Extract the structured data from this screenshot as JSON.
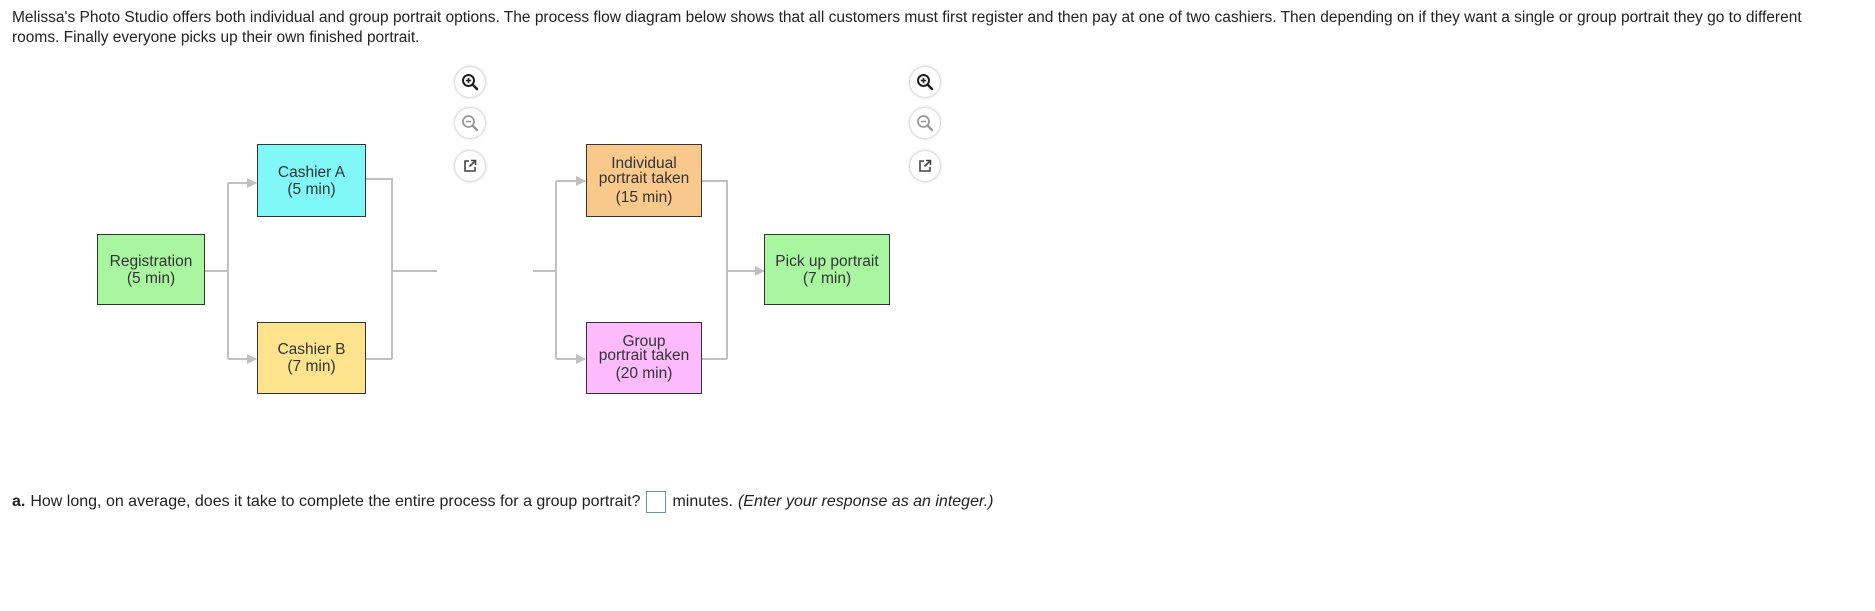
{
  "intro_text": "Melissa's Photo Studio offers both individual and group portrait options. The process flow diagram below shows that all customers must first register and then pay at one of two cashiers. Then depending on if they want a single or group portrait they go to different rooms. Finally everyone picks up their own finished portrait.",
  "diagram": {
    "nodes": {
      "registration": {
        "line1": "Registration",
        "line2": "(5 min)",
        "color": "#a8f7a0"
      },
      "cashier_a": {
        "line1": "Cashier A",
        "line2": "(5 min)",
        "color": "#80f8f8"
      },
      "cashier_b": {
        "line1": "Cashier B",
        "line2": "(7 min)",
        "color": "#fde38c"
      },
      "individual": {
        "line1": "Individual",
        "line2": "portrait taken",
        "line3": "(15 min)",
        "color": "#f9c98c"
      },
      "group": {
        "line1": "Group",
        "line2": "portrait taken",
        "line3": "(20 min)",
        "color": "#fdbafd"
      },
      "pickup": {
        "line1": "Pick up portrait",
        "line2": "(7 min)",
        "color": "#a8f7a0"
      }
    },
    "tools": [
      "zoom-in-icon",
      "zoom-out-icon",
      "open-external-icon"
    ],
    "connector_color": "#c0c0c0"
  },
  "question": {
    "label": "a.",
    "text": "How long, on average, does it take to complete the entire process for a group portrait?",
    "answer_value": "",
    "unit": "minutes.",
    "hint": "(Enter your response as an integer.)"
  }
}
